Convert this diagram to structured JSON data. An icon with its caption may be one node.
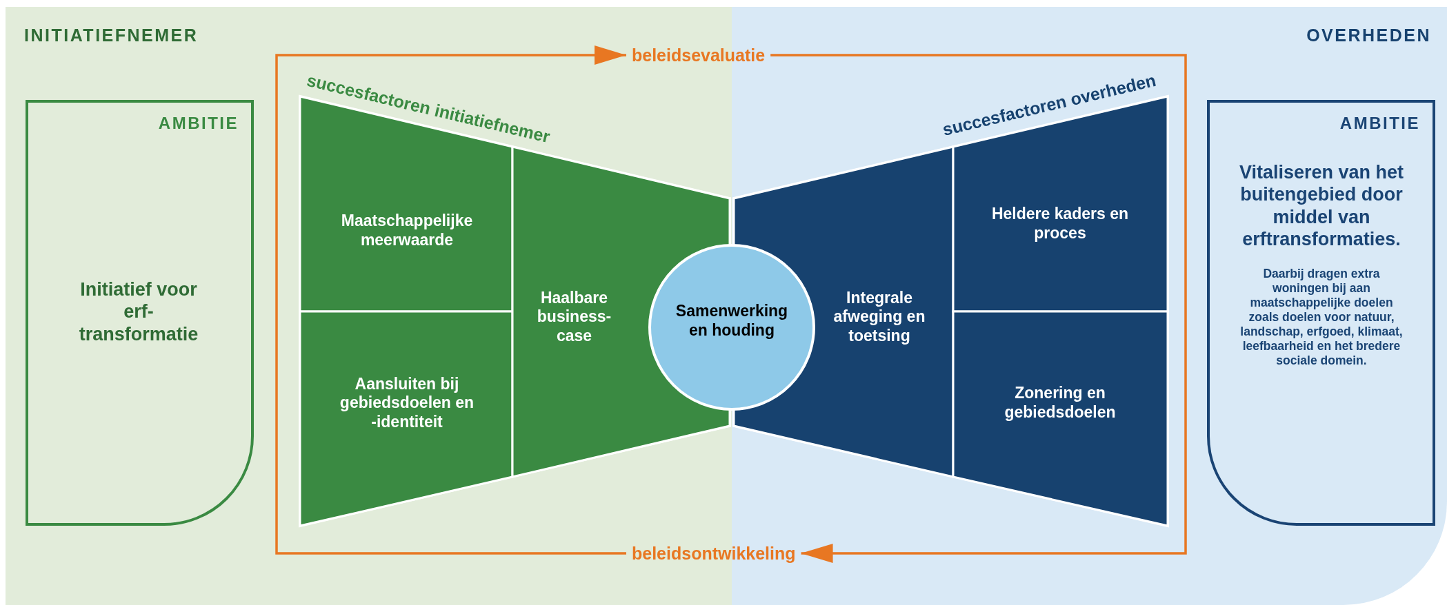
{
  "diagram": {
    "nodes": [
      {
        "text": [
          "INITIATIEFNEMER"
        ]
      },
      {
        "text": [
          "AMBITIE",
          "Initiatief voor erf-transformatie"
        ],
        "in": 0
      },
      {
        "text": [
          "succesfactoren initiatiefnemer"
        ],
        "in": 0
      },
      {
        "text": [
          "Maatschappelijke meerwaarde"
        ],
        "in": 2
      },
      {
        "text": [
          "Aansluiten bij gebiedsdoelen en -identiteit"
        ],
        "in": 2
      },
      {
        "text": [
          "Haalbare business-case"
        ],
        "in": 2
      },
      {
        "text": [
          "Samenwerking en houding"
        ]
      },
      {
        "text": [
          "OVERHEDEN"
        ]
      },
      {
        "text": [
          "succesfactoren overheden"
        ],
        "in": 7
      },
      {
        "text": [
          "Integrale afweging en toetsing"
        ],
        "in": 8
      },
      {
        "text": [
          "Heldere kaders en proces"
        ],
        "in": 8
      },
      {
        "text": [
          "Zonering en gebiedsdoelen"
        ],
        "in": 8
      },
      {
        "text": [
          "AMBITIE",
          "Vitaliseren van het buitengebied door middel van erftransformaties.",
          "Daarbij dragen extra woningen bij aan maatschappelijke doelen zoals doelen voor natuur, landschap, erfgoed, klimaat, leefbaarheid en het bredere sociale domein."
        ],
        "in": 7
      },
      {
        "text": [
          "beleidsevaluatie"
        ]
      },
      {
        "text": [
          "beleidsontwikkeling"
        ]
      }
    ],
    "edges": [
      {
        "from": 14,
        "to": 13,
        "arrow": "to"
      },
      {
        "from": 13,
        "to": 14,
        "arrow": "to"
      }
    ]
  }
}
